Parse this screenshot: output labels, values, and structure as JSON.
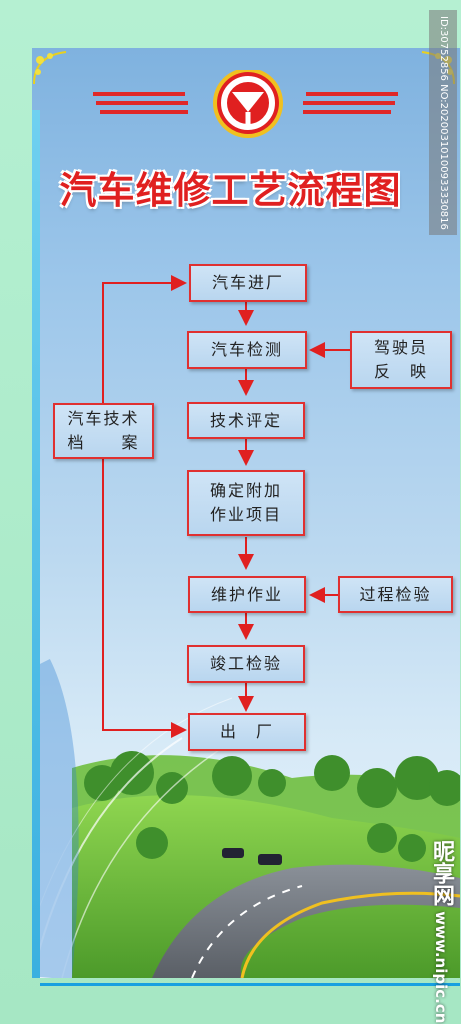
{
  "title": "汽车维修工艺流程图",
  "watermark": "ID:30752856 NO:20200310100933330816",
  "brand": {
    "name": "昵享网",
    "url": "www.nipic.cn"
  },
  "colors": {
    "accent": "#e02020",
    "box_fill": "#c3dcf2",
    "panel_top": "#7fb2df"
  },
  "logo_icon": "three-spoke-wheel-emblem",
  "flow": {
    "step1": "汽车进厂",
    "step2": "汽车检测",
    "step3": "技术评定",
    "step4_line1": "确定附加",
    "step4_line2": "作业项目",
    "step5": "维护作业",
    "step6": "竣工检验",
    "step7": "出　厂",
    "driver_line1": "驾驶员",
    "driver_line2": "反　映",
    "archive_line1": "汽车技术",
    "archive_line2": "档　　案",
    "process_check": "过程检验"
  }
}
